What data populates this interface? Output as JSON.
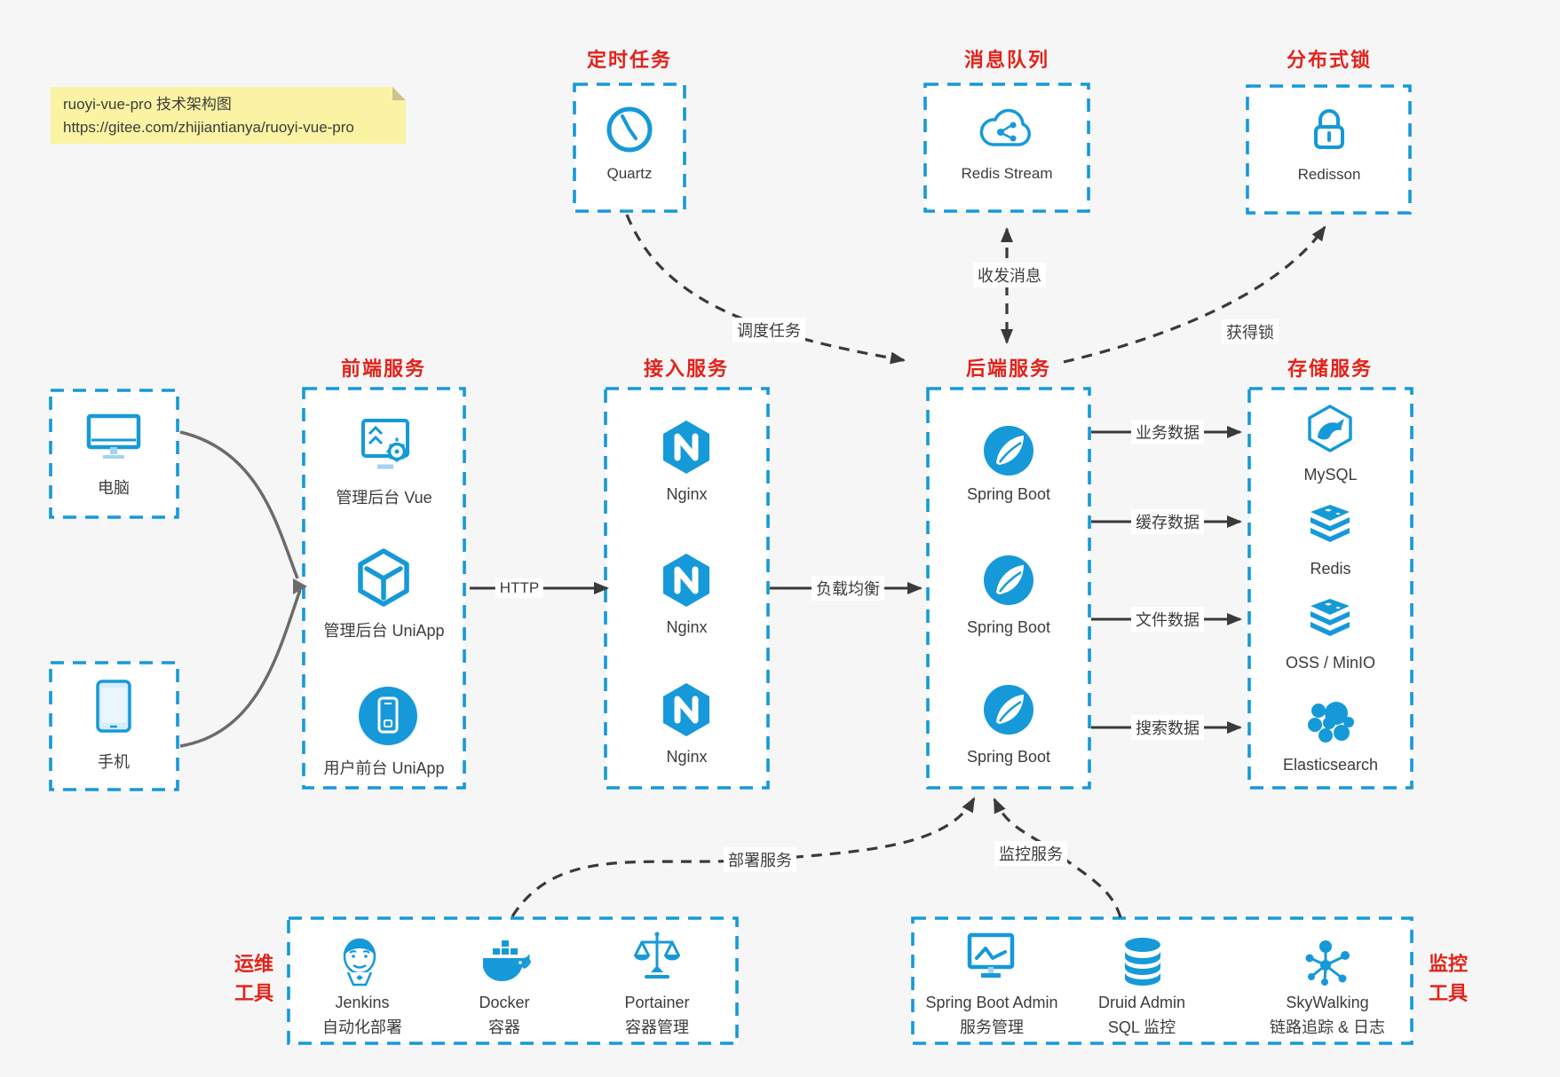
{
  "colors": {
    "accent_blue": "#1699d8",
    "title_red": "#e2231a",
    "text": "#3c3c3c",
    "arrow_dark": "#3a3a3a",
    "client_arrow_gray": "#6b6b6b",
    "note_bg": "#faf3a3",
    "page_bg": "#f6f6f7"
  },
  "note": {
    "line1": "ruoyi-vue-pro 技术架构图",
    "line2": "https://gitee.com/zhijiantianya/ruoyi-vue-pro"
  },
  "top_services": {
    "scheduler": {
      "title": "定时任务",
      "icon": "clock-icon",
      "label": "Quartz"
    },
    "message_queue": {
      "title": "消息队列",
      "icon": "cloud-stream-icon",
      "label": "Redis Stream"
    },
    "distributed_lock": {
      "title": "分布式锁",
      "icon": "lock-icon",
      "label": "Redisson"
    }
  },
  "clients": {
    "pc": {
      "icon": "desktop-icon",
      "label": "电脑"
    },
    "mobile": {
      "icon": "smartphone-icon",
      "label": "手机"
    }
  },
  "columns": {
    "frontend": {
      "title": "前端服务",
      "items": [
        {
          "icon": "admin-vue-icon",
          "label": "管理后台 Vue"
        },
        {
          "icon": "uniapp-cube-icon",
          "label": "管理后台 UniApp"
        },
        {
          "icon": "user-app-icon",
          "label": "用户前台 UniApp"
        }
      ]
    },
    "gateway": {
      "title": "接入服务",
      "items": [
        {
          "icon": "nginx-icon",
          "label": "Nginx"
        },
        {
          "icon": "nginx-icon",
          "label": "Nginx"
        },
        {
          "icon": "nginx-icon",
          "label": "Nginx"
        }
      ]
    },
    "backend": {
      "title": "后端服务",
      "items": [
        {
          "icon": "spring-boot-icon",
          "label": "Spring Boot"
        },
        {
          "icon": "spring-boot-icon",
          "label": "Spring Boot"
        },
        {
          "icon": "spring-boot-icon",
          "label": "Spring Boot"
        }
      ]
    },
    "storage": {
      "title": "存储服务",
      "items": [
        {
          "icon": "mysql-icon",
          "label": "MySQL"
        },
        {
          "icon": "redis-icon",
          "label": "Redis"
        },
        {
          "icon": "oss-icon",
          "label": "OSS / MinIO"
        },
        {
          "icon": "elasticsearch-icon",
          "label": "Elasticsearch"
        }
      ]
    }
  },
  "tool_groups": {
    "ops": {
      "title_line1": "运维",
      "title_line2": "工具",
      "items": [
        {
          "icon": "jenkins-icon",
          "name": "Jenkins",
          "desc": "自动化部署"
        },
        {
          "icon": "docker-icon",
          "name": "Docker",
          "desc": "容器"
        },
        {
          "icon": "portainer-icon",
          "name": "Portainer",
          "desc": "容器管理"
        }
      ]
    },
    "monitoring": {
      "title_line1": "监控",
      "title_line2": "工具",
      "items": [
        {
          "icon": "spring-boot-admin-icon",
          "name": "Spring Boot Admin",
          "desc": "服务管理"
        },
        {
          "icon": "druid-icon",
          "name": "Druid Admin",
          "desc": "SQL 监控"
        },
        {
          "icon": "skywalking-icon",
          "name": "SkyWalking",
          "desc": "链路追踪 & 日志"
        }
      ]
    }
  },
  "edge_labels": {
    "http": "HTTP",
    "load_balance": "负载均衡",
    "schedule_job": "调度任务",
    "send_receive_message": "收发消息",
    "acquire_lock": "获得锁",
    "business_data": "业务数据",
    "cache_data": "缓存数据",
    "file_data": "文件数据",
    "search_data": "搜索数据",
    "deploy_service": "部署服务",
    "monitor_service": "监控服务"
  }
}
